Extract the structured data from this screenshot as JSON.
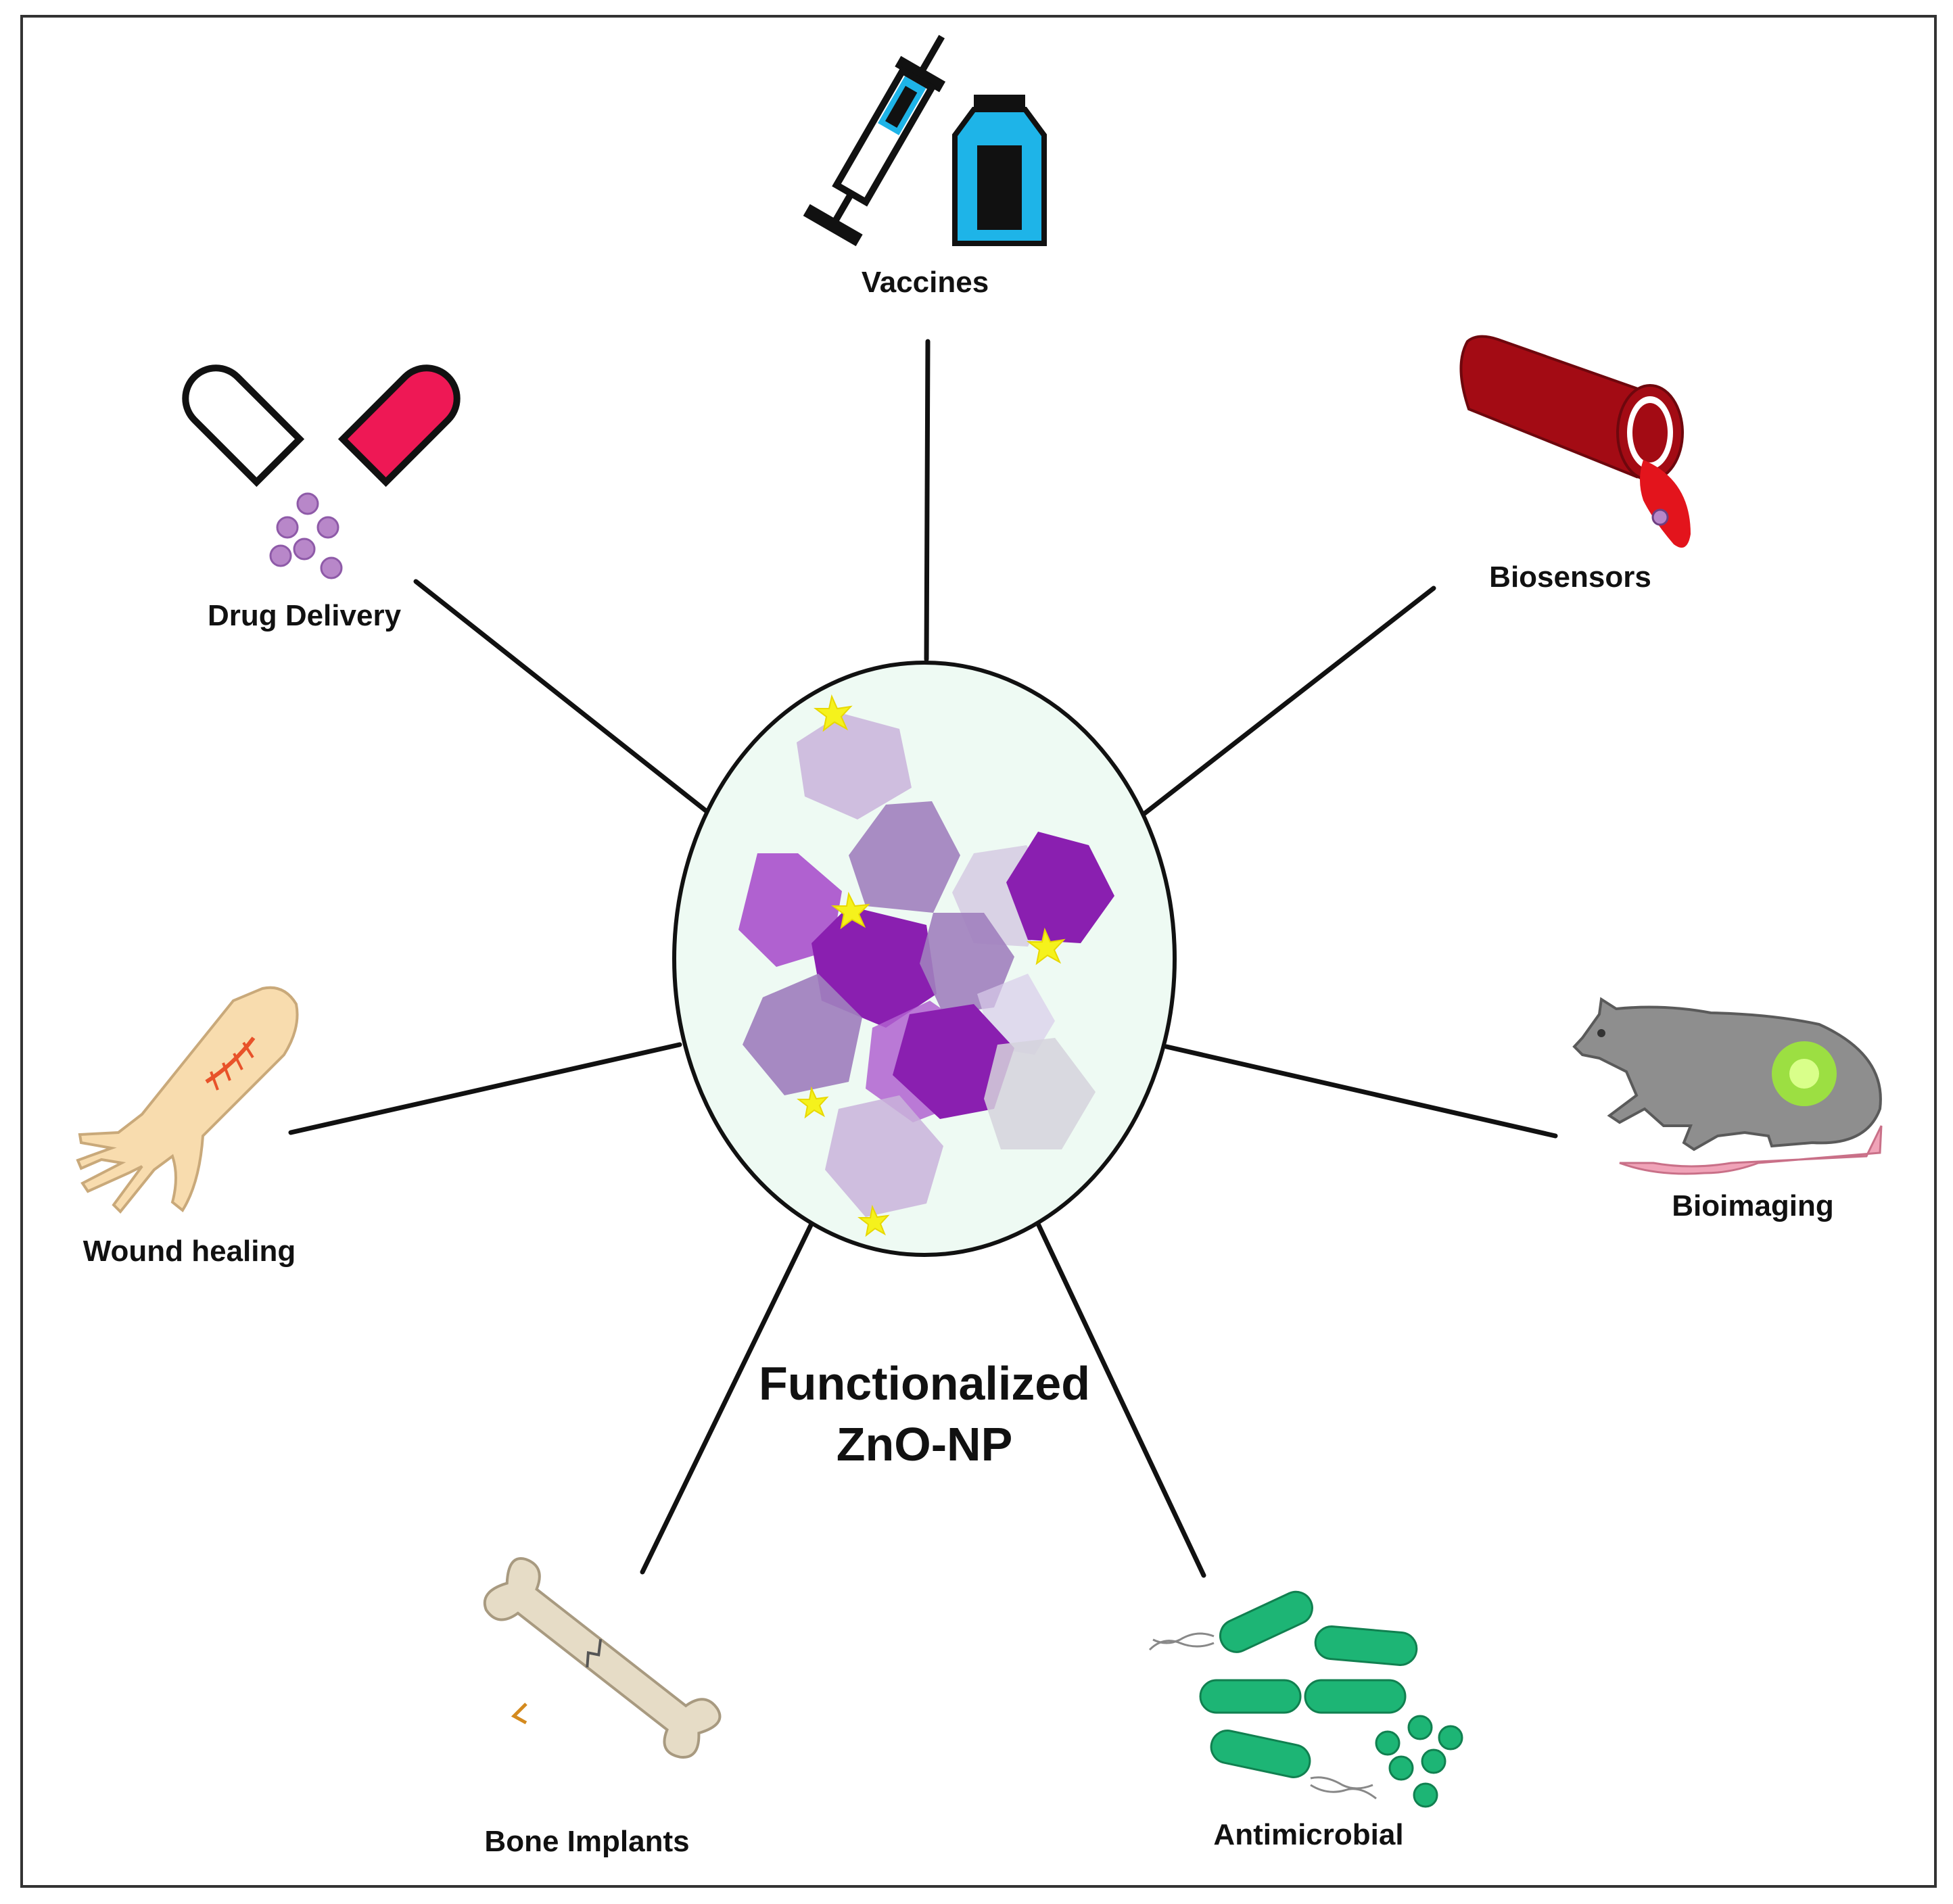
{
  "diagram": {
    "center_title_line1": "Functionalized",
    "center_title_line2": "ZnO-NP",
    "applications": {
      "vaccines": "Vaccines",
      "biosensors": "Biosensors",
      "drug_delivery": "Drug Delivery",
      "wound_healing": "Wound healing",
      "bioimaging": "Bioimaging",
      "bone_implants": "Bone Implants",
      "antimicrobial": "Antimicrobial"
    }
  },
  "colors": {
    "nanoparticle_fill": "#eefaf3",
    "crystal_dark": "#8a1fb0",
    "crystal_mid": "#b061d0",
    "crystal_muted": "#a07fbe",
    "crystal_light": "#c9b3da",
    "spark": "#f5f21c",
    "vial_blue": "#1eb4e8",
    "capsule_pink": "#ee1855",
    "vessel_red": "#a30b14",
    "blood_red": "#e3141c",
    "skin": "#f8dcae",
    "wound": "#e8522a",
    "rat_gray": "#8e8e8e",
    "rat_tail": "#f0a3b8",
    "fluorescence": "#9de83a",
    "bone": "#e6dcc6",
    "bacteria_green": "#1db575"
  }
}
